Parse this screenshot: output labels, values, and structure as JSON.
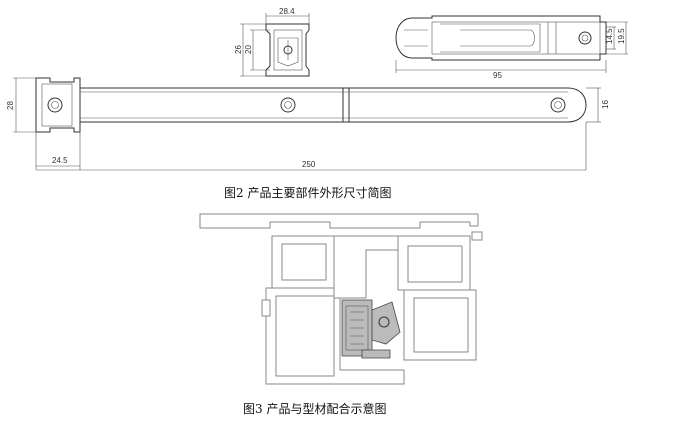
{
  "figure2": {
    "caption": "图2  产品主要部件外形尺寸简图",
    "dims": {
      "top_width": "28.4",
      "height_outer": "26",
      "height_inner": "20",
      "right_h1": "14.5",
      "right_h2": "19.5",
      "right_len": "95",
      "bar_height": "28",
      "bar_end": "16",
      "offset": "24.5",
      "total_len": "250"
    }
  },
  "figure3": {
    "caption": "图3  产品与型材配合示意图"
  }
}
